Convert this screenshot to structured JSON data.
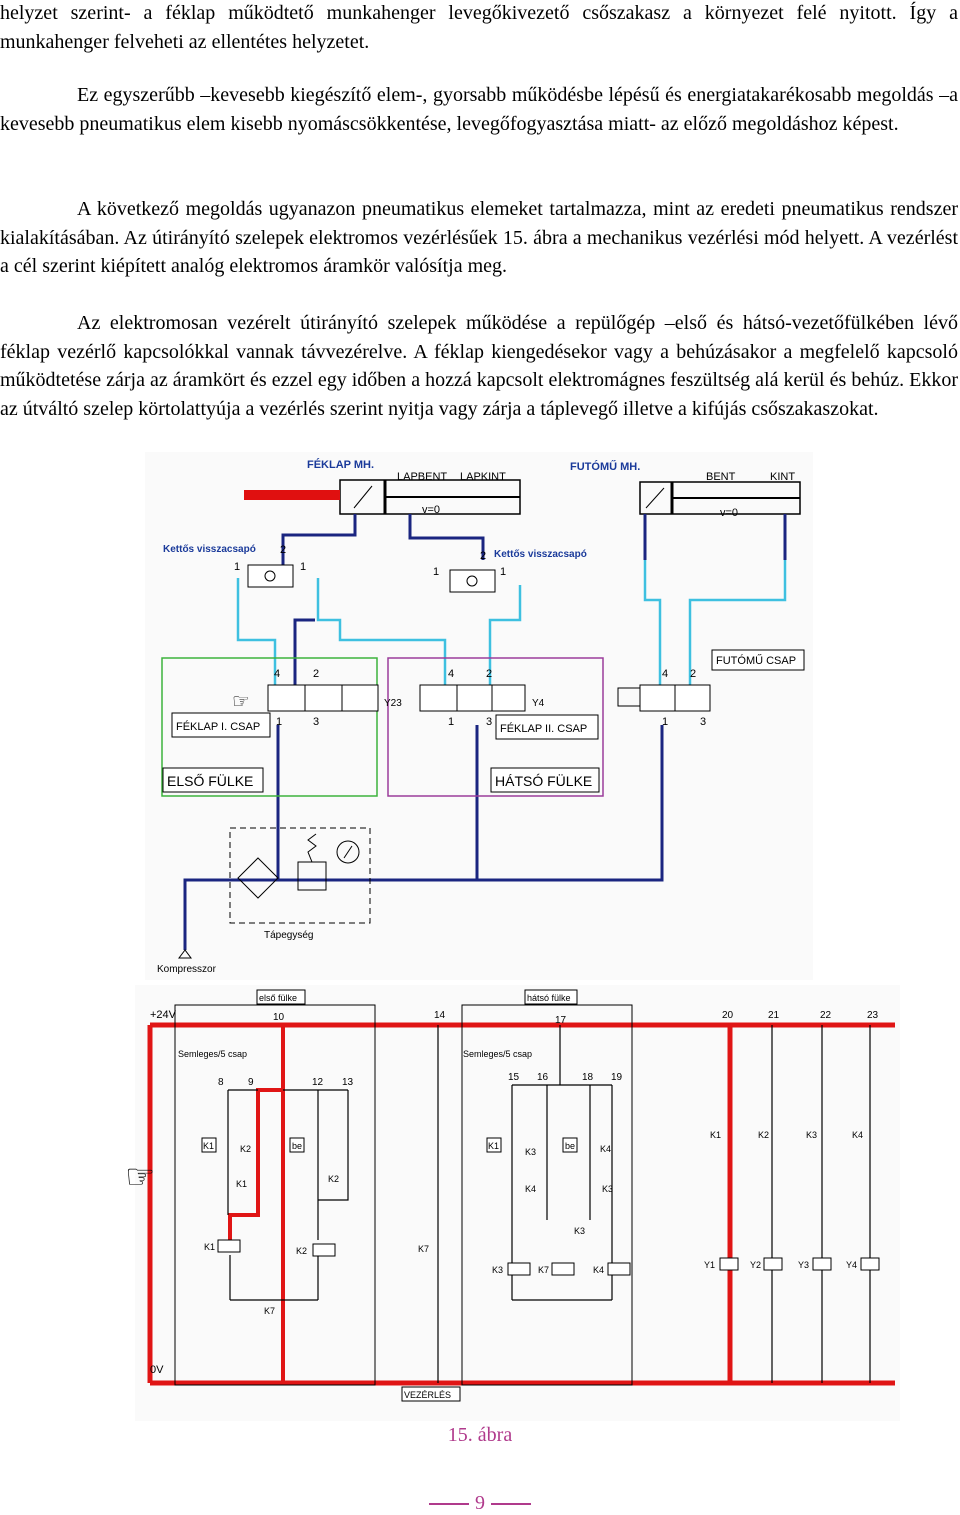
{
  "paragraphs": {
    "p0": "helyzet szerint- a féklap működtető munkahenger levegőkivezető csőszakasz a környezet felé nyitott. Így a munkahenger felveheti az ellentétes helyzetet.",
    "p1": "Ez egyszerűbb –kevesebb kiegészítő elem-, gyorsabb működésbe lépésű és energiatakarékosabb megoldás –a kevesebb pneumatikus elem kisebb nyomáscsökkentése, levegőfogyasztása miatt- az előző megoldáshoz képest.",
    "p2": "A következő megoldás ugyanazon pneumatikus elemeket tartalmazza, mint az eredeti pneumatikus rendszer kialakításában. Az útirányító szelepek elektromos vezérlésűek 15. ábra a mechanikus vezérlési mód helyett. A vezérlést a cél szerint kiépített analóg elektromos áramkör valósítja meg.",
    "p3": "Az elektromosan vezérelt útirányító szelepek működése a repülőgép –első és hátsó-vezetőfülkében lévő féklap vezérlő kapcsolókkal vannak távvezérelve. A féklap kiengedésekor vagy a behúzásakor a megfelelő kapcsoló működtetése zárja az áramkört és ezzel egy időben a hozzá kapcsolt elektromágnes feszültség alá kerül és behúz. Ekkor az útváltó szelep körtolattyúja a vezérlés szerint nyitja vagy zárja a táplevegő illetve a kifújás csőszakaszokat."
  },
  "pneumatic": {
    "feklap_mh": "FÉKLAP MH.",
    "lapbent": "LAPBENT",
    "lapkint": "LAPKINT",
    "futomu_mh": "FUTÓMŰ MH.",
    "bent": "BENT",
    "kint": "KINT",
    "v0": "v=0",
    "kettos1": "Kettős visszacsapó",
    "kettos2": "Kettős visszacsapó",
    "futomu_csap": "FUTÓMŰ CSAP",
    "feklap1_csap": "FÉKLAP I. CSAP",
    "feklap2_csap": "FÉKLAP II. CSAP",
    "y23": "Y23",
    "y4": "Y4",
    "elso_fulke": "ELSŐ FÜLKE",
    "hatso_fulke": "HÁTSÓ FÜLKE",
    "tapegyseg": "Tápegység",
    "kompresszor": "Kompresszor",
    "n1": "1",
    "n2": "2",
    "n3": "3",
    "n4": "4"
  },
  "electric": {
    "v24": "+24V",
    "v0": "0V",
    "elso_fulke": "első fülke",
    "hatso_fulke": "hátsó fülke",
    "semleges": "Semleges/5 csap",
    "vezerles": "VEZÉRLÉS",
    "nodes": [
      "10",
      "14",
      "17",
      "20",
      "21",
      "22",
      "23",
      "8",
      "9",
      "12",
      "13",
      "15",
      "16",
      "18",
      "19"
    ],
    "k1": "K1",
    "k2": "K2",
    "k3": "K3",
    "k4": "K4",
    "k7": "K7",
    "y1": "Y1",
    "y2": "Y2",
    "y3": "Y3",
    "y4": "Y4",
    "be": "be"
  },
  "caption": "15. ábra",
  "page_number": "9"
}
